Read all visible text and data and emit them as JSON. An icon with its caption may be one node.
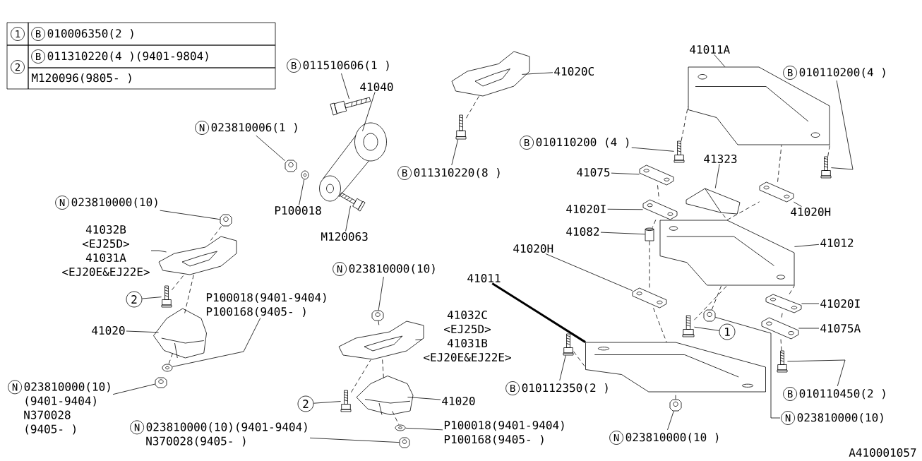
{
  "diagram": {
    "nodes": [
      {
        "text": [
          "B",
          "011510606(1 )"
        ]
      },
      {
        "text": [
          "41040"
        ]
      },
      {
        "text": [
          "N",
          "023810006(1 )"
        ]
      },
      {
        "text": [
          "P100018"
        ]
      },
      {
        "text": [
          "M120063"
        ]
      },
      {
        "text": [
          "41020C"
        ]
      },
      {
        "text": [
          "B",
          "011310220(8 )"
        ]
      },
      {
        "text": [
          "41011A"
        ]
      },
      {
        "text": [
          "B",
          "010110200(4 )"
        ]
      },
      {
        "text": [
          "B",
          "010110200 (4 )"
        ]
      },
      {
        "text": [
          "41323"
        ]
      },
      {
        "text": [
          "41075"
        ]
      },
      {
        "text": [
          "41020I"
        ]
      },
      {
        "text": [
          "41082"
        ]
      },
      {
        "text": [
          "41020H"
        ]
      },
      {
        "text": [
          "41012"
        ]
      },
      {
        "text": [
          "41020H"
        ]
      },
      {
        "text": [
          "41011"
        ]
      },
      {
        "text": [
          "41020I"
        ]
      },
      {
        "text": [
          "41075A"
        ]
      },
      {
        "text": [
          "1"
        ]
      },
      {
        "text": [
          "N",
          "023810000(10)"
        ]
      },
      {
        "text": [
          "B",
          "010110450(2 )"
        ]
      },
      {
        "text": [
          "B",
          "010112350(2 )"
        ]
      },
      {
        "text": [
          "N",
          "023810000(10 )"
        ]
      },
      {
        "text": [
          "N",
          "023810000(10)"
        ]
      },
      {
        "text": [
          "41032B",
          "<EJ25D>",
          "41031A",
          "<EJ20E&EJ22E>"
        ]
      },
      {
        "text": [
          "2"
        ]
      },
      {
        "text": [
          "P100018(9401-9404)",
          "P100168(9405- )"
        ]
      },
      {
        "text": [
          "41020"
        ]
      },
      {
        "text": [
          "N",
          "023810000(10)",
          "(9401-9404)",
          "N370028",
          "(9405- )"
        ]
      },
      {
        "text": [
          "N",
          "023810000(10)"
        ]
      },
      {
        "text": [
          "41032C",
          "<EJ25D>",
          "41031B",
          "<EJ20E&EJ22E>"
        ]
      },
      {
        "text": [
          "2"
        ]
      },
      {
        "text": [
          "41020"
        ]
      },
      {
        "text": [
          "N",
          "023810000(10)(9401-9404)",
          "N370028(9405- )"
        ]
      },
      {
        "text": [
          "P100018(9401-9404)",
          "P100168(9405- )"
        ]
      },
      {
        "text": [],
        "shape": "bolt"
      },
      {
        "text": [],
        "shape": "rod"
      },
      {
        "text": [],
        "shape": "nut"
      },
      {
        "text": [],
        "shape": "washer"
      },
      {
        "text": [],
        "shape": "bolt"
      },
      {
        "text": [],
        "shape": "bracket"
      },
      {
        "text": [],
        "shape": "bolt"
      },
      {
        "text": [],
        "shape": "crossmember"
      },
      {
        "text": [],
        "shape": "bolt"
      },
      {
        "text": [],
        "shape": "bolt"
      },
      {
        "text": [],
        "shape": "pad"
      },
      {
        "text": [],
        "shape": "plate"
      },
      {
        "text": [],
        "shape": "plate"
      },
      {
        "text": [],
        "shape": "spacer"
      },
      {
        "text": [],
        "shape": "plate"
      },
      {
        "text": [],
        "shape": "crossmember"
      },
      {
        "text": [],
        "shape": "plate"
      },
      {
        "text": [],
        "shape": "crossmember"
      },
      {
        "text": [],
        "shape": "plate"
      },
      {
        "text": [],
        "shape": "plate"
      },
      {
        "text": [],
        "shape": "bolt"
      },
      {
        "text": [],
        "shape": "nut"
      },
      {
        "text": [],
        "shape": "bolt"
      },
      {
        "text": [],
        "shape": "bolt"
      },
      {
        "text": [],
        "shape": "nut"
      },
      {
        "text": [],
        "shape": "nut"
      },
      {
        "text": [],
        "shape": "bracket"
      },
      {
        "text": [],
        "shape": "bolt"
      },
      {
        "text": [],
        "shape": "washer"
      },
      {
        "text": [],
        "shape": "mount"
      },
      {
        "text": [],
        "shape": "nut"
      },
      {
        "text": [],
        "shape": "nut"
      },
      {
        "text": [],
        "shape": "bracket"
      },
      {
        "text": [],
        "shape": "bolt"
      },
      {
        "text": [],
        "shape": "mount"
      },
      {
        "text": [],
        "shape": "nut"
      },
      {
        "text": [],
        "shape": "washer"
      }
    ],
    "edges": [
      {
        "from": 0,
        "to": 37,
        "arrow": "none"
      },
      {
        "from": 1,
        "to": 38,
        "arrow": "none"
      },
      {
        "from": 2,
        "to": 39,
        "arrow": "none"
      },
      {
        "from": 3,
        "to": 40,
        "arrow": "none"
      },
      {
        "from": 4,
        "to": 41,
        "arrow": "none"
      },
      {
        "from": 5,
        "to": 42,
        "arrow": "none"
      },
      {
        "from": 6,
        "to": 43,
        "arrow": "none"
      },
      {
        "from": 7,
        "to": 44,
        "arrow": "none"
      },
      {
        "from": 8,
        "to": 45,
        "arrow": "none"
      },
      {
        "from": 9,
        "to": 46,
        "arrow": "none"
      },
      {
        "from": 10,
        "to": 47,
        "arrow": "none"
      },
      {
        "from": 11,
        "to": 48,
        "arrow": "none"
      },
      {
        "from": 12,
        "to": 49,
        "arrow": "none"
      },
      {
        "from": 13,
        "to": 50,
        "arrow": "none"
      },
      {
        "from": 14,
        "to": 51,
        "arrow": "none"
      },
      {
        "from": 15,
        "to": 52,
        "arrow": "none"
      },
      {
        "from": 16,
        "to": 53,
        "arrow": "none"
      },
      {
        "from": 17,
        "to": 54,
        "arrow": "none",
        "style": "thick"
      },
      {
        "from": 18,
        "to": 55,
        "arrow": "none"
      },
      {
        "from": 19,
        "to": 56,
        "arrow": "none"
      },
      {
        "from": 20,
        "to": 57,
        "arrow": "none"
      },
      {
        "from": 21,
        "to": 58,
        "arrow": "none"
      },
      {
        "from": 22,
        "to": 59,
        "arrow": "none"
      },
      {
        "from": 23,
        "to": 60,
        "arrow": "none"
      },
      {
        "from": 24,
        "to": 61,
        "arrow": "none"
      },
      {
        "from": 25,
        "to": 62,
        "arrow": "none"
      },
      {
        "from": 26,
        "to": 63,
        "arrow": "none"
      },
      {
        "from": 27,
        "to": 64,
        "arrow": "none"
      },
      {
        "from": 28,
        "to": 65,
        "arrow": "none"
      },
      {
        "from": 29,
        "to": 66,
        "arrow": "none"
      },
      {
        "from": 30,
        "to": 67,
        "arrow": "none"
      },
      {
        "from": 31,
        "to": 68,
        "arrow": "none"
      },
      {
        "from": 32,
        "to": 69,
        "arrow": "none"
      },
      {
        "from": 33,
        "to": 70,
        "arrow": "none"
      },
      {
        "from": 34,
        "to": 71,
        "arrow": "none"
      },
      {
        "from": 35,
        "to": 72,
        "arrow": "none"
      },
      {
        "from": 36,
        "to": 73,
        "arrow": "none"
      },
      {
        "from": 43,
        "to": 42,
        "arrow": "none",
        "style": "dashed"
      },
      {
        "from": 46,
        "to": 44,
        "arrow": "none",
        "style": "dashed"
      },
      {
        "from": 45,
        "to": 44,
        "arrow": "none",
        "style": "dashed"
      },
      {
        "from": 51,
        "to": 44,
        "arrow": "none",
        "style": "dashed"
      },
      {
        "from": 52,
        "to": 51,
        "arrow": "none",
        "style": "dashed"
      },
      {
        "from": 55,
        "to": 52,
        "arrow": "none",
        "style": "dashed"
      },
      {
        "from": 56,
        "to": 55,
        "arrow": "none",
        "style": "dashed"
      },
      {
        "from": 59,
        "to": 56,
        "arrow": "none",
        "style": "dashed"
      },
      {
        "from": 48,
        "to": 49,
        "arrow": "none",
        "style": "dashed"
      },
      {
        "from": 49,
        "to": 50,
        "arrow": "none",
        "style": "dashed"
      },
      {
        "from": 50,
        "to": 53,
        "arrow": "none",
        "style": "dashed"
      },
      {
        "from": 53,
        "to": 54,
        "arrow": "none",
        "style": "dashed"
      },
      {
        "from": 61,
        "to": 54,
        "arrow": "none",
        "style": "dashed"
      },
      {
        "from": 60,
        "to": 54,
        "arrow": "none",
        "style": "dashed"
      },
      {
        "from": 57,
        "to": 52,
        "arrow": "none",
        "style": "dashed"
      },
      {
        "from": 58,
        "to": 52,
        "arrow": "none",
        "style": "dashed"
      },
      {
        "from": 47,
        "to": 52,
        "arrow": "none",
        "style": "dashed"
      },
      {
        "from": 62,
        "to": 63,
        "arrow": "none",
        "style": "dashed"
      },
      {
        "from": 63,
        "to": 66,
        "arrow": "none",
        "style": "dashed"
      },
      {
        "from": 64,
        "to": 63,
        "arrow": "none",
        "style": "dashed"
      },
      {
        "from": 66,
        "to": 65,
        "arrow": "none",
        "style": "dashed"
      },
      {
        "from": 68,
        "to": 69,
        "arrow": "none",
        "style": "dashed"
      },
      {
        "from": 69,
        "to": 71,
        "arrow": "none",
        "style": "dashed"
      },
      {
        "from": 70,
        "to": 69,
        "arrow": "none",
        "style": "dashed"
      },
      {
        "from": 71,
        "to": 73,
        "arrow": "none",
        "style": "dashed"
      }
    ],
    "labels": [
      "1",
      "B",
      "010006350(2 )",
      "2",
      "B",
      "011310220(4 )(9401-9804)",
      "M120096(9805- )",
      "A410001057"
    ]
  }
}
